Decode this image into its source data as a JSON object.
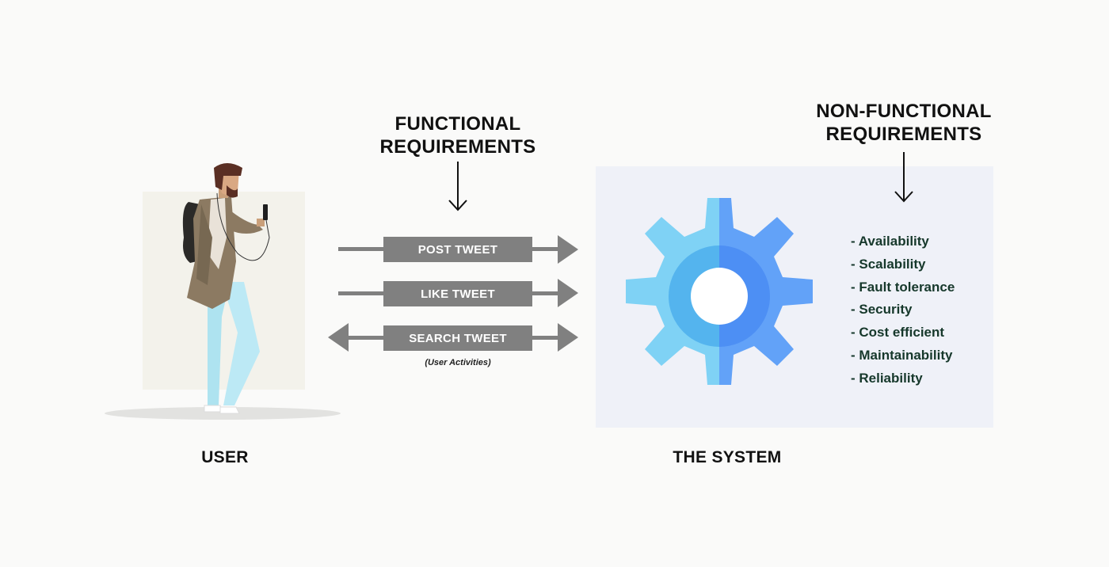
{
  "functional_heading": [
    "FUNCTIONAL",
    "REQUIREMENTS"
  ],
  "non_functional_heading": [
    "NON-FUNCTIONAL",
    "REQUIREMENTS"
  ],
  "activities": [
    {
      "label": "POST TWEET",
      "direction": "right"
    },
    {
      "label": "LIKE TWEET",
      "direction": "right"
    },
    {
      "label": "SEARCH TWEET",
      "direction": "both"
    }
  ],
  "activities_note": "(User Activities)",
  "requirements": [
    "- Availability",
    "- Scalability",
    "- Fault tolerance",
    "- Security",
    "- Cost efficient",
    "- Maintainability",
    "- Reliability"
  ],
  "user_label": "USER",
  "system_label": "THE SYSTEM",
  "icons": {
    "person": "person-with-phone-illustration",
    "gear": "gear-icon"
  },
  "colors": {
    "arrow_gray": "#808080",
    "gear_light": "#7fd2f5",
    "gear_dark": "#62a2f8",
    "gear_ring_light": "#54b4ee",
    "gear_ring_dark": "#4d8ff4",
    "requirement_text": "#16382b"
  }
}
